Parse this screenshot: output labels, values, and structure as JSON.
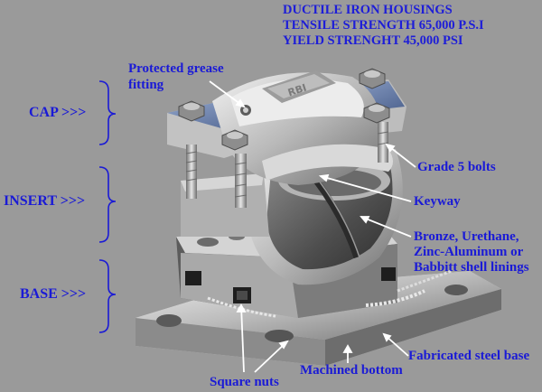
{
  "header": {
    "line1": "DUCTILE IRON HOUSINGS",
    "line2": "TENSILE STRENGTH 65,000 P.S.I",
    "line3": "YIELD STRENGHT 45,000 PSI"
  },
  "sections": {
    "cap": "CAP >>>",
    "insert": "INSERT >>>",
    "base": "BASE >>>"
  },
  "callouts": {
    "grease_fitting_line1": "Protected grease",
    "grease_fitting_line2": "fitting",
    "grade5_bolts": "Grade 5 bolts",
    "keyway": "Keyway",
    "linings_line1": "Bronze, Urethane,",
    "linings_line2": "Zinc-Aluminum or",
    "linings_line3": "Babbitt shell linings",
    "fabricated_base": "Fabricated steel base",
    "machined_bottom": "Machined bottom",
    "square_nuts": "Square nuts"
  },
  "colors": {
    "background": "#9a9a9a",
    "label_text": "#1a1ad6",
    "leader_line": "#ffffff"
  }
}
